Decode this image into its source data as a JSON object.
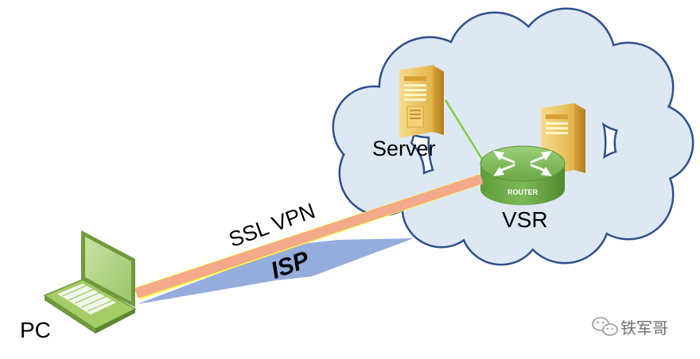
{
  "labels": {
    "server": "Server",
    "vsr": "VSR",
    "pc": "PC",
    "ssl_vpn": "SSL VPN",
    "isp": "ISP",
    "router_badge": "ROUTER",
    "watermark": "铁军哥"
  },
  "colors": {
    "cloud_fill": "#dde8f3",
    "cloud_stroke": "#2d4f8c",
    "tunnel_fill": "#f4a98a",
    "tunnel_glow": "#ffff33",
    "isp_bolt": "#8ea9db",
    "server_link": "#7fcf3f",
    "router_green": "#70ad47",
    "server_tan": "#e8b84a",
    "laptop_green": "#8fbf4f"
  },
  "icons": {
    "server_primary": "server-tower-icon",
    "server_secondary": "server-tower-icon",
    "router": "router-icon",
    "laptop": "laptop-icon",
    "watermark_logo": "wechat-icon"
  }
}
